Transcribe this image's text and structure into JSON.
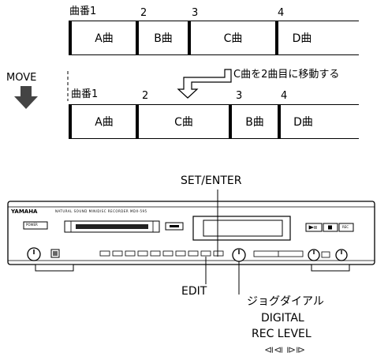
{
  "before": {
    "numbers": [
      "曲番1",
      "2",
      "3",
      "4"
    ],
    "tracks": [
      "A曲",
      "B曲",
      "C曲",
      "D曲"
    ]
  },
  "instruction": "C曲を2曲目に移動する",
  "move_label": "MOVE",
  "after": {
    "numbers": [
      "曲番1",
      "2",
      "3",
      "4"
    ],
    "tracks": [
      "A曲",
      "C曲",
      "B曲",
      "D曲"
    ]
  },
  "device": {
    "brand": "YAMAHA",
    "model_caption": "NATURAL SOUND MINIDISC RECORDER MDX-595",
    "power_label": "POWER",
    "rec_label": "REC"
  },
  "callouts": {
    "set_enter": "SET/ENTER",
    "edit": "EDIT",
    "jog_dial": "ジョグダイアル",
    "digital": "DIGITAL",
    "rec_level": "REC LEVEL",
    "skip_symbols": "⧏⧏ ⧐⧐"
  }
}
